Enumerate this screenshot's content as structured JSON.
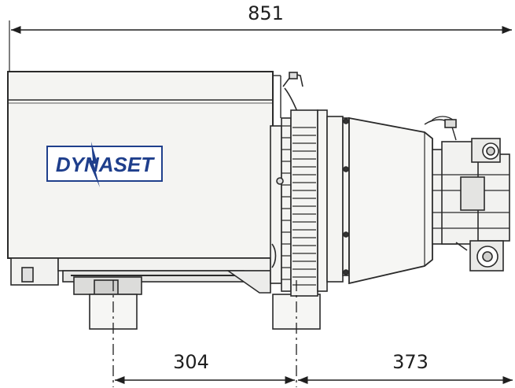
{
  "dimensions": {
    "overall_length": "851",
    "foot_spacing": "304",
    "rear_overhang": "373"
  },
  "logo": {
    "text": "DYNASET",
    "color": "#1f3f8c"
  },
  "colors": {
    "line": "#2a2a2a",
    "body_fill": "#f4f4f2",
    "logo_blue": "#1f3f8c"
  }
}
